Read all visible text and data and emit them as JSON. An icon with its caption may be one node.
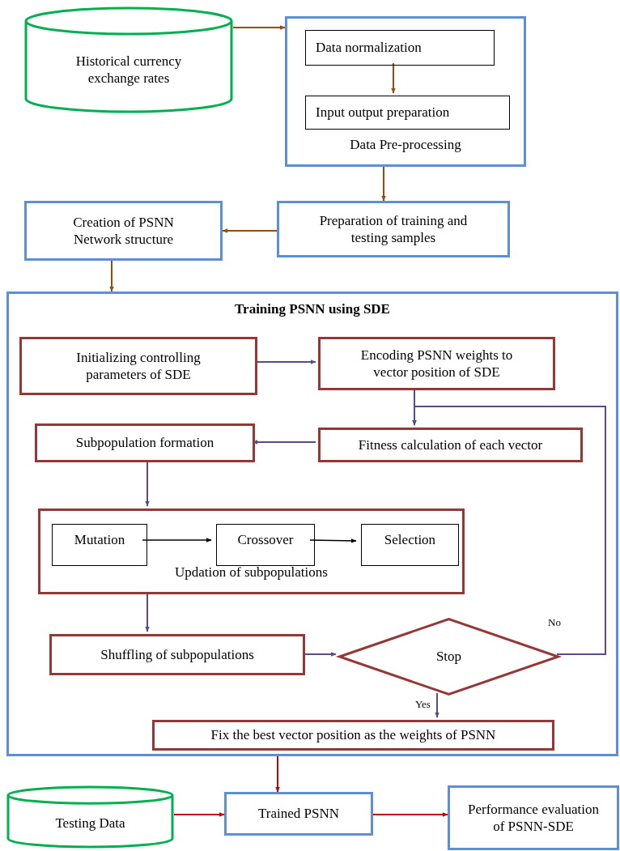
{
  "diagram": {
    "nodes": [
      {
        "text": [
          "Historical currency exchange rates"
        ]
      },
      {
        "text": [
          "Data Pre-processing"
        ]
      },
      {
        "text": [
          "Data normalization"
        ],
        "in": 1
      },
      {
        "text": [
          "Input output preparation"
        ],
        "in": 1
      },
      {
        "text": [
          "Preparation of training and testing samples"
        ]
      },
      {
        "text": [
          "Creation of PSNN Network structure"
        ]
      },
      {
        "text": [
          "Training PSNN using SDE"
        ]
      },
      {
        "text": [
          "Initializing controlling parameters of SDE"
        ],
        "in": 6
      },
      {
        "text": [
          "Encoding PSNN weights to vector position of SDE"
        ],
        "in": 6
      },
      {
        "text": [
          "Fitness calculation of each vector"
        ],
        "in": 6
      },
      {
        "text": [
          "Subpopulation formation"
        ],
        "in": 6
      },
      {
        "text": [
          "Updation of subpopulations"
        ],
        "in": 6
      },
      {
        "text": [
          "Mutation"
        ],
        "in": 11
      },
      {
        "text": [
          "Crossover"
        ],
        "in": 11
      },
      {
        "text": [
          "Selection"
        ],
        "in": 11
      },
      {
        "text": [
          "Shuffling of subpopulations"
        ],
        "in": 6
      },
      {
        "text": [
          "Stop"
        ],
        "in": 6
      },
      {
        "text": [
          "Fix the best vector position as the weights of PSNN"
        ],
        "in": 6
      },
      {
        "text": [
          "Testing Data"
        ]
      },
      {
        "text": [
          "Trained PSNN"
        ]
      },
      {
        "text": [
          "Performance evaluation of PSNN-SDE"
        ]
      }
    ],
    "edges": [
      {
        "from": 0,
        "to": 1,
        "arrow": "to",
        "color": "#9c4a0e"
      },
      {
        "from": 2,
        "to": 3,
        "arrow": "to",
        "color": "#9c4a0e"
      },
      {
        "from": 1,
        "to": 4,
        "arrow": "to",
        "color": "#9c4a0e"
      },
      {
        "from": 4,
        "to": 5,
        "arrow": "to",
        "color": "#9c4a0e"
      },
      {
        "from": 5,
        "to": 6,
        "arrow": "to",
        "color": "#9c4a0e"
      },
      {
        "from": 7,
        "to": 8,
        "arrow": "to"
      },
      {
        "from": 8,
        "to": 9,
        "arrow": "to"
      },
      {
        "from": 9,
        "to": 10,
        "arrow": "to"
      },
      {
        "from": 10,
        "to": 11,
        "arrow": "to"
      },
      {
        "from": 12,
        "to": 13,
        "arrow": "to",
        "color": "#000000"
      },
      {
        "from": 13,
        "to": 14,
        "arrow": "to",
        "color": "#000000"
      },
      {
        "from": 11,
        "to": 15,
        "arrow": "to"
      },
      {
        "from": 15,
        "to": 16,
        "arrow": "to"
      },
      {
        "from": 16,
        "to": 9,
        "arrow": "to",
        "label": "No"
      },
      {
        "from": 16,
        "to": 17,
        "arrow": "to",
        "label": "Yes"
      },
      {
        "from": 6,
        "to": 19,
        "arrow": "to",
        "color": "#c00000"
      },
      {
        "from": 18,
        "to": 19,
        "arrow": "to",
        "color": "#c00000"
      },
      {
        "from": 19,
        "to": 20,
        "arrow": "to",
        "color": "#c00000"
      }
    ]
  }
}
